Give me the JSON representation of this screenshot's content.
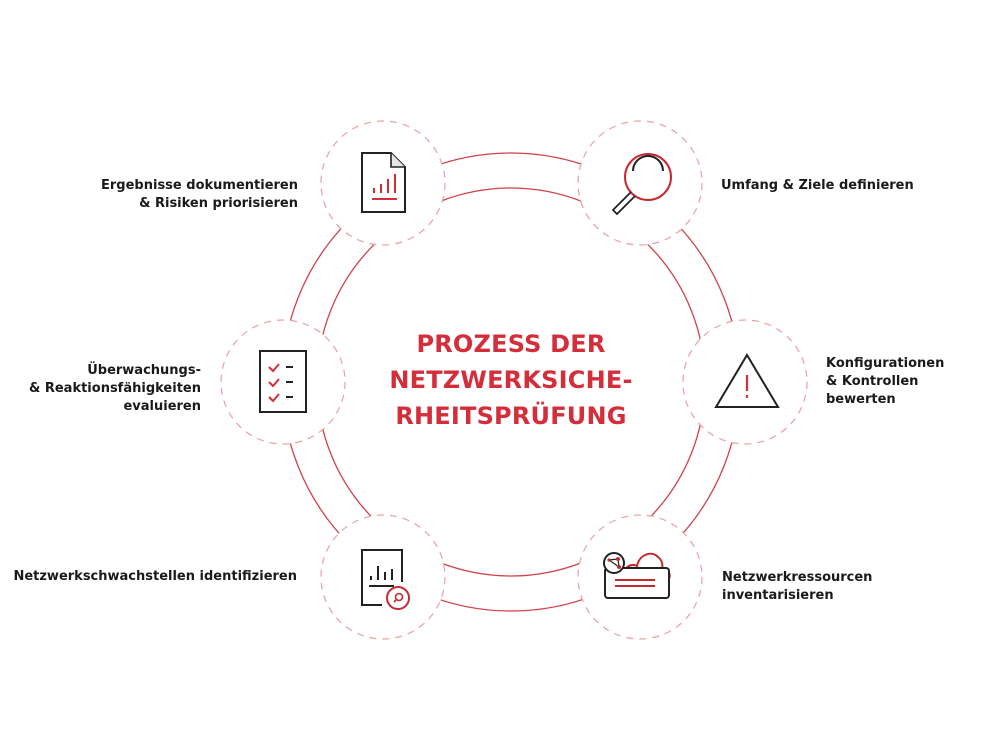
{
  "title": {
    "lines": [
      "PROZESS DER",
      "NETZWERKSICHE-",
      "RHEITSPRÜFUNG"
    ]
  },
  "colors": {
    "accent": "#d42e3b",
    "ring": "#d0424d",
    "dashed_circle": "#e8a0a4",
    "icon_stroke": "#222222",
    "label_text": "#1a1a1a",
    "background": "#ffffff"
  },
  "steps": [
    {
      "id": "scope",
      "icon": "magnifier-icon",
      "lines": [
        "Umfang & Ziele definieren"
      ]
    },
    {
      "id": "config",
      "icon": "warning-triangle-icon",
      "lines": [
        "Konfigurationen",
        "& Kontrollen",
        "bewerten"
      ]
    },
    {
      "id": "inventory",
      "icon": "network-cloud-icon",
      "lines": [
        "Netzwerkressourcen",
        "inventarisieren"
      ]
    },
    {
      "id": "vulnerabilities",
      "icon": "report-search-icon",
      "lines": [
        "Netzwerkschwachstellen identifizieren"
      ]
    },
    {
      "id": "monitoring",
      "icon": "checklist-icon",
      "lines": [
        "Überwachungs-",
        "& Reaktionsfähigkeiten",
        "evaluieren"
      ]
    },
    {
      "id": "document",
      "icon": "document-chart-icon",
      "lines": [
        "Ergebnisse dokumentieren",
        "& Risiken priorisieren"
      ]
    }
  ]
}
